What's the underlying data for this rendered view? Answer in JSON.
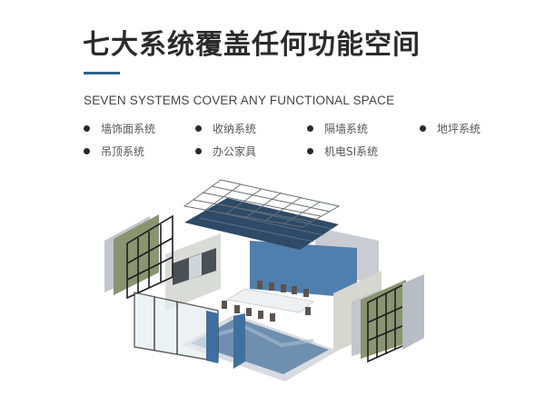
{
  "title": "七大系统覆盖任何功能空间",
  "subtitle": "SEVEN SYSTEMS COVER ANY FUNCTIONAL SPACE",
  "systems": [
    {
      "label": "墙饰面系统"
    },
    {
      "label": "收纳系统"
    },
    {
      "label": "隔墙系统"
    },
    {
      "label": "地坪系统"
    },
    {
      "label": "吊顶系统"
    },
    {
      "label": "办公家具"
    },
    {
      "label": "机电SI系统"
    }
  ],
  "colors": {
    "accent": "#2e5f8f",
    "wall_blue": "#4f7fae",
    "ceiling_dark": "#2f4a66"
  }
}
